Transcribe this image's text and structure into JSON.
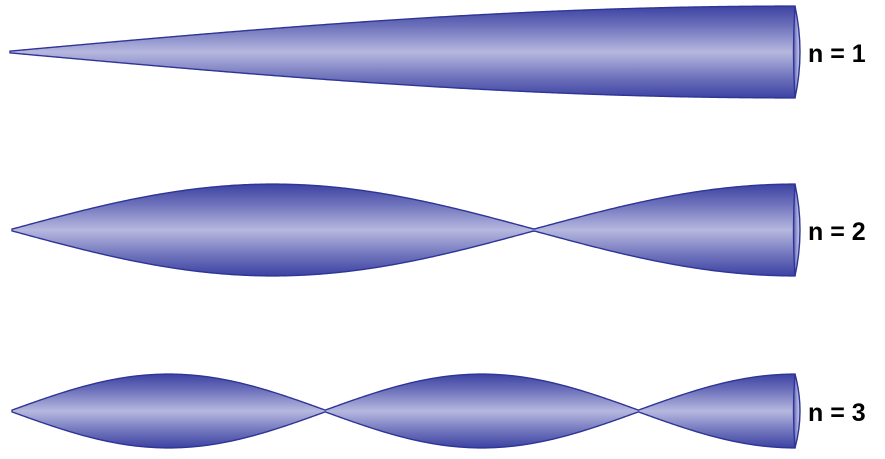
{
  "colors": {
    "edge": "#2f3596",
    "body_light": "#b4b6de",
    "body_mid": "#8a8dc9",
    "body_dark": "#3c42a2",
    "label": "#000000",
    "background": "#ffffff"
  },
  "modes": [
    {
      "n": 1,
      "label": "n = 1"
    },
    {
      "n": 2,
      "label": "n = 2"
    },
    {
      "n": 3,
      "label": "n = 3"
    }
  ]
}
